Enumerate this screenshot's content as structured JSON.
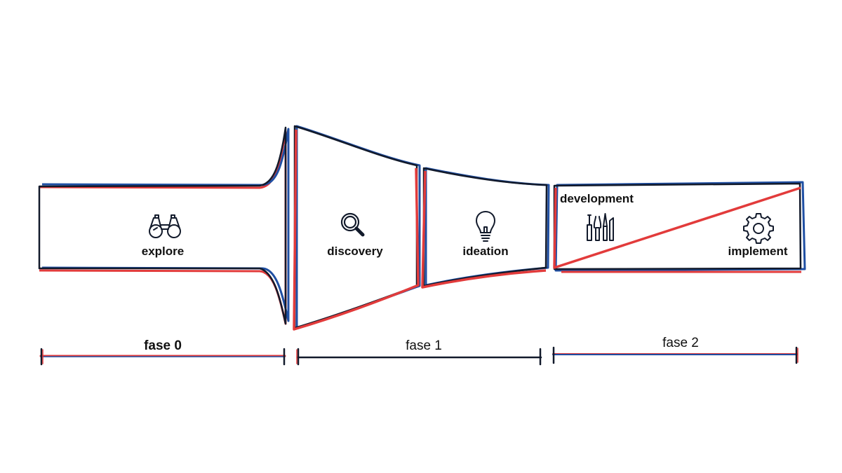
{
  "colors": {
    "ink": "#121a2b",
    "red": "#e23b3b",
    "blue": "#1f4fa3",
    "background": "#ffffff"
  },
  "stages": {
    "explore": {
      "label": "explore",
      "icon": "binoculars-icon"
    },
    "discovery": {
      "label": "discovery",
      "icon": "magnifier-icon"
    },
    "ideation": {
      "label": "ideation",
      "icon": "lightbulb-icon"
    },
    "development": {
      "label": "development",
      "icon": "tools-icon"
    },
    "implement": {
      "label": "implement",
      "icon": "gear-icon"
    }
  },
  "phases": [
    {
      "label": "fase 0"
    },
    {
      "label": "fase 1"
    },
    {
      "label": "fase 2"
    }
  ]
}
